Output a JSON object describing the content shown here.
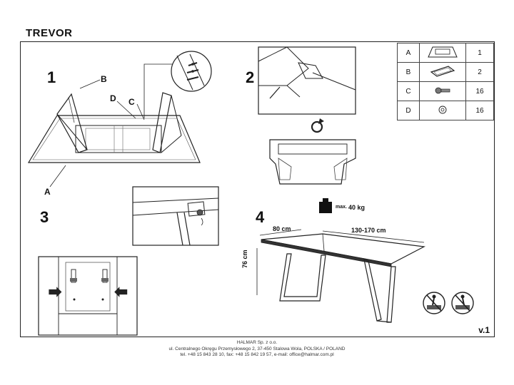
{
  "document": {
    "title": "TREVOR",
    "version": "v.1"
  },
  "steps": {
    "step1": "1",
    "step2": "2",
    "step3": "3",
    "step4": "4"
  },
  "labels": {
    "a": "A",
    "b": "B",
    "c": "C",
    "d": "D"
  },
  "parts_table": {
    "rows": [
      {
        "id": "A",
        "icon": "tabletop-icon",
        "qty": "1"
      },
      {
        "id": "B",
        "icon": "frame-icon",
        "qty": "2"
      },
      {
        "id": "C",
        "icon": "bolt-icon",
        "qty": "16"
      },
      {
        "id": "D",
        "icon": "washer-icon",
        "qty": "16"
      }
    ]
  },
  "specs": {
    "max_label": "max.",
    "max_load": "40 kg",
    "width_short": "80 cm",
    "length_range": "130-170 cm",
    "height": "76 cm"
  },
  "footer": {
    "company": "HALMAR Sp. z o.o.",
    "address": "ul. Centralnego Okręgu Przemysłowego 2, 37-450 Stalowa Wola, POLSKA / POLAND",
    "contact": "tel. +48 15 843 28 10, fax: +48 15 842 19 57, e-mail: office@halmar.com.pl"
  }
}
